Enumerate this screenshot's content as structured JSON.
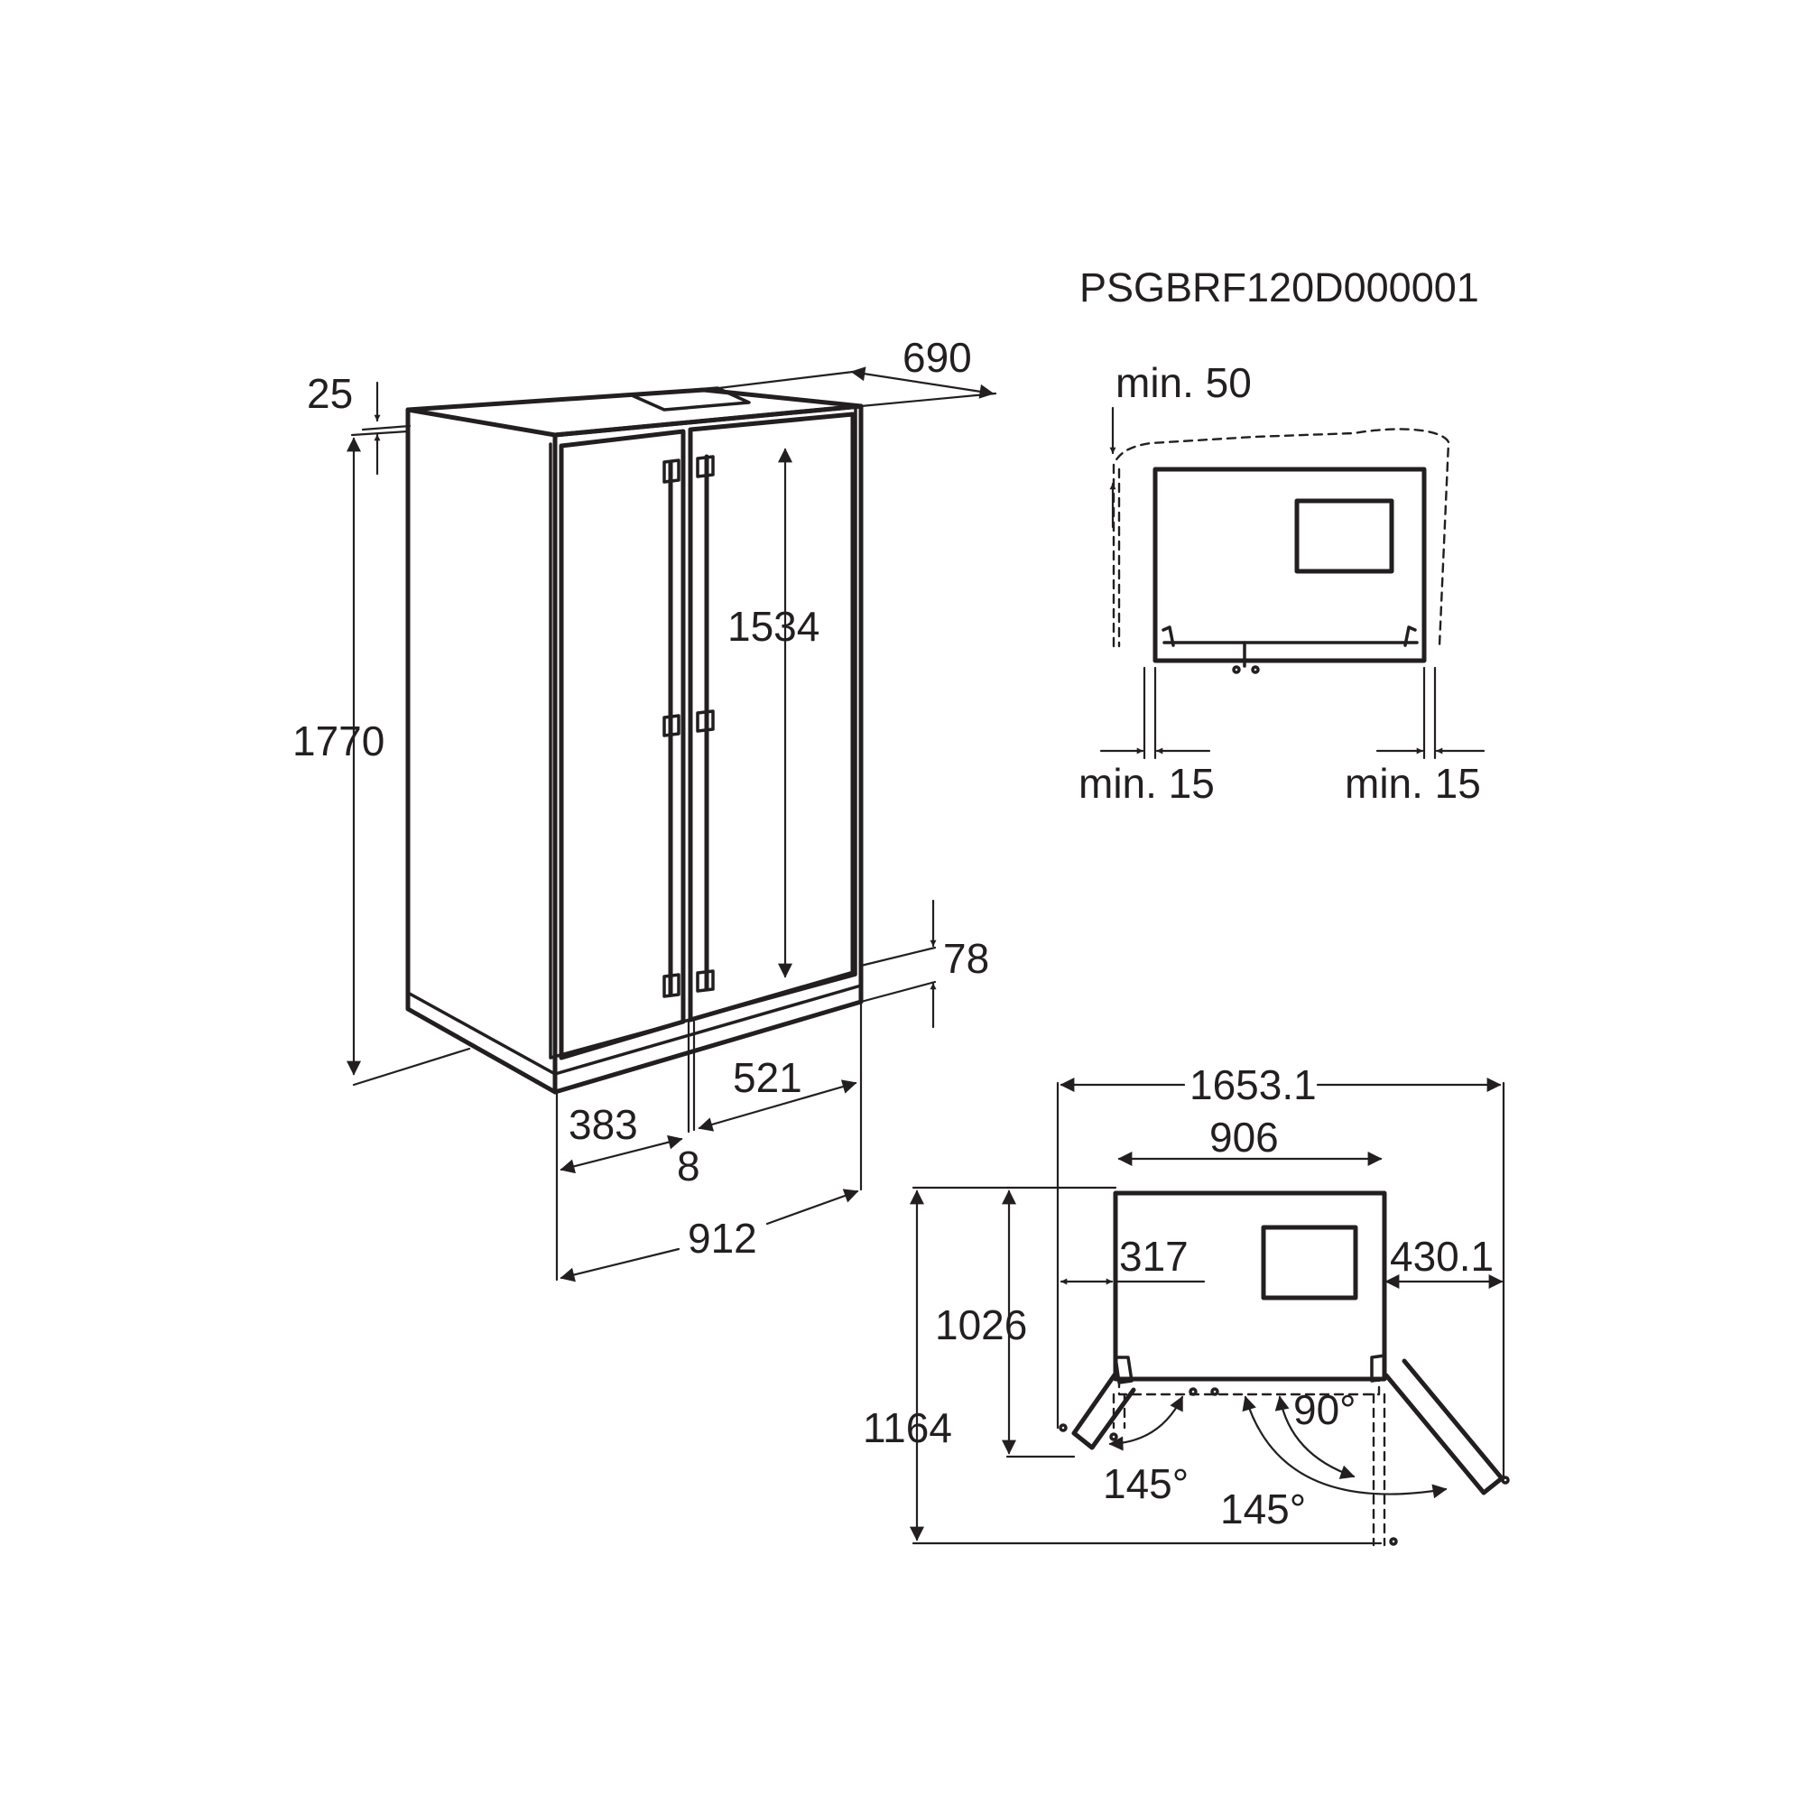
{
  "model_code": "PSGBRF120D000001",
  "colors": {
    "ink": "#231f20",
    "background": "#ffffff"
  },
  "perspective_view": {
    "top_gap": "25",
    "depth": "690",
    "height": "1770",
    "door_height": "1534",
    "base_height": "78",
    "left_door_width": "383",
    "door_gap": "8",
    "right_door_width": "521",
    "total_width": "912"
  },
  "top_clearance_view": {
    "top_clearance": "min. 50",
    "left_clearance": "min. 15",
    "right_clearance": "min. 15"
  },
  "door_swing_view": {
    "total_width_open": "1653.1",
    "cabinet_width": "906",
    "left_offset": "317",
    "right_offset": "430.1",
    "cabinet_depth": "1026",
    "total_depth_open": "1164",
    "angle_left": "145°",
    "angle_right_inner": "90°",
    "angle_right_outer": "145°"
  }
}
